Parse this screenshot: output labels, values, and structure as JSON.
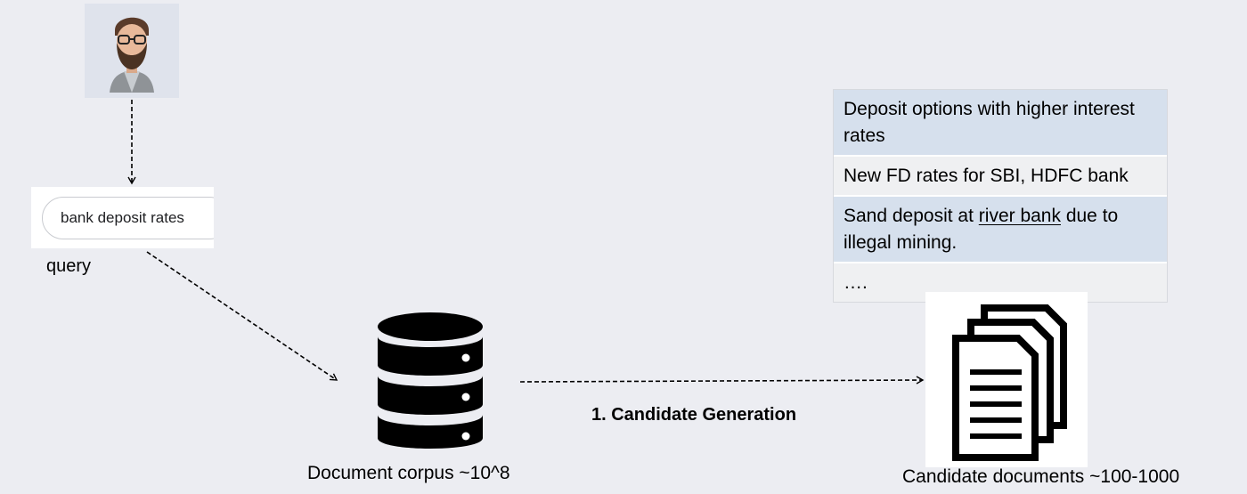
{
  "search": {
    "query_text": "bank deposit rates"
  },
  "labels": {
    "query": "query",
    "corpus": "Document corpus ~10^8",
    "generation": "1. Candidate Generation",
    "candidates": "Candidate documents ~100-1000"
  },
  "results": {
    "row1": "Deposit options with higher interest rates",
    "row2": "New FD rates for SBI, HDFC bank",
    "row3_before": "Sand deposit at ",
    "row3_link": "river bank",
    "row3_after": " due to illegal mining.",
    "row4": "…."
  },
  "icons": {
    "avatar": "bearded-man-avatar-icon",
    "database": "database-icon",
    "documents": "document-stack-icon"
  },
  "colors": {
    "background": "#ecedf2",
    "result_highlight": "#d6e0ed",
    "result_plain": "#eff0f2"
  }
}
